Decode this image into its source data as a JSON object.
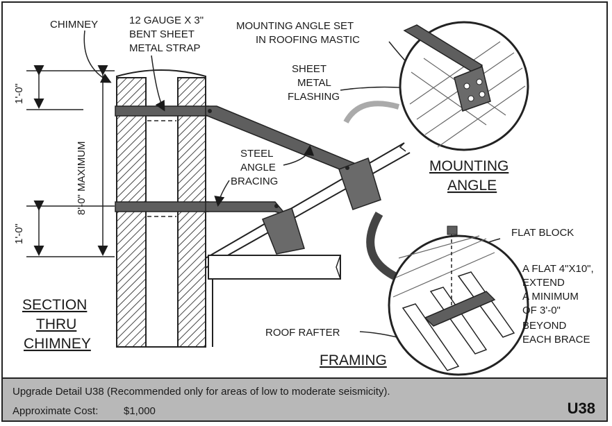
{
  "labels": {
    "chimney": "CHIMNEY",
    "strap": [
      "12 GAUGE X 3\"",
      "BENT SHEET",
      "METAL STRAP"
    ],
    "mounting_angle_set": [
      "MOUNTING ANGLE SET",
      "IN ROOFING MASTIC"
    ],
    "sheet_metal_flashing": [
      "SHEET",
      "METAL",
      "FLASHING"
    ],
    "steel_angle_bracing": [
      "STEEL",
      "ANGLE",
      "BRACING"
    ],
    "mounting_angle_title": [
      "MOUNTING",
      "ANGLE"
    ],
    "flat_block": "FLAT BLOCK",
    "flat_block_note": [
      "A FLAT 4\"X10\",",
      "EXTEND",
      "A MINIMUM",
      "OF 3'-0\"",
      "BEYOND",
      "EACH BRACE"
    ],
    "roof_rafter": "ROOF RAFTER",
    "framing_title": "FRAMING",
    "section_title": [
      "SECTION",
      "THRU",
      "CHIMNEY"
    ],
    "dim_top": "1'-0\"",
    "dim_bottom": "1'-0\"",
    "dim_max": "8'-0\" MAXIMUM"
  },
  "footer": {
    "line1": "Upgrade Detail U38  (Recommended only for areas of low to moderate seismicity).",
    "line2_label": "Approximate Cost:",
    "line2_value": "$1,000",
    "code": "U38"
  },
  "colors": {
    "brace": "#5e5e5e",
    "footer_bg": "#b8b8b8",
    "ink": "#1a1a1a"
  }
}
